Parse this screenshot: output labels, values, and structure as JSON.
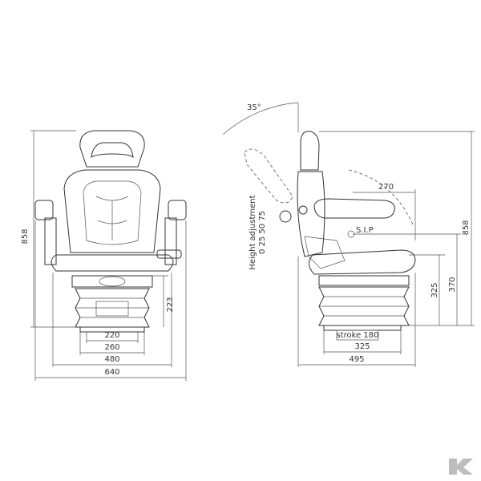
{
  "front_view": {
    "height_label": "858",
    "base_width_label": "220",
    "mount_width_label": "260",
    "seat_width_label": "480",
    "overall_width_label": "640",
    "suspension_height_label": "223"
  },
  "side_view": {
    "backrest_angle_label": "35°",
    "armrest_length_label": "270",
    "sip_label": "S.I.P",
    "height_adjust_title": "Height adjustment",
    "height_adjust_values": "0 25 50 75",
    "min_height_label": "325",
    "max_height_label": "370",
    "overall_height_label": "858",
    "stroke_label": "stroke 180",
    "base_length_label": "325",
    "overall_depth_label": "495"
  },
  "brand": {
    "logo_color": "#bdbdbd",
    "logo_name": "k-logo-icon"
  }
}
